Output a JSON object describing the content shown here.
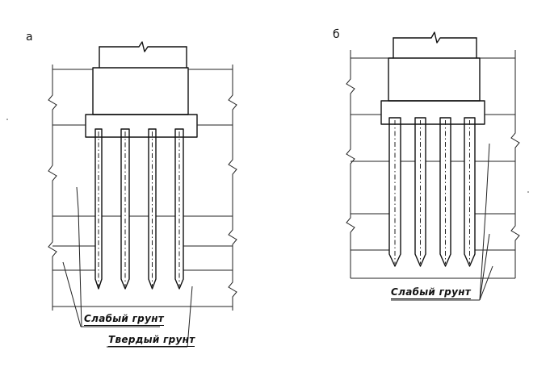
{
  "panels": {
    "a": {
      "label": "а"
    },
    "b": {
      "label": "б"
    }
  },
  "labels": {
    "weak_soil_a": "Слабый грунт",
    "hard_soil_a": "Твердый грунт",
    "weak_soil_b": "Слабый грунт"
  },
  "colors": {
    "ink": "#111111",
    "paper": "#ffffff"
  },
  "piles": {
    "per_group": 4
  }
}
